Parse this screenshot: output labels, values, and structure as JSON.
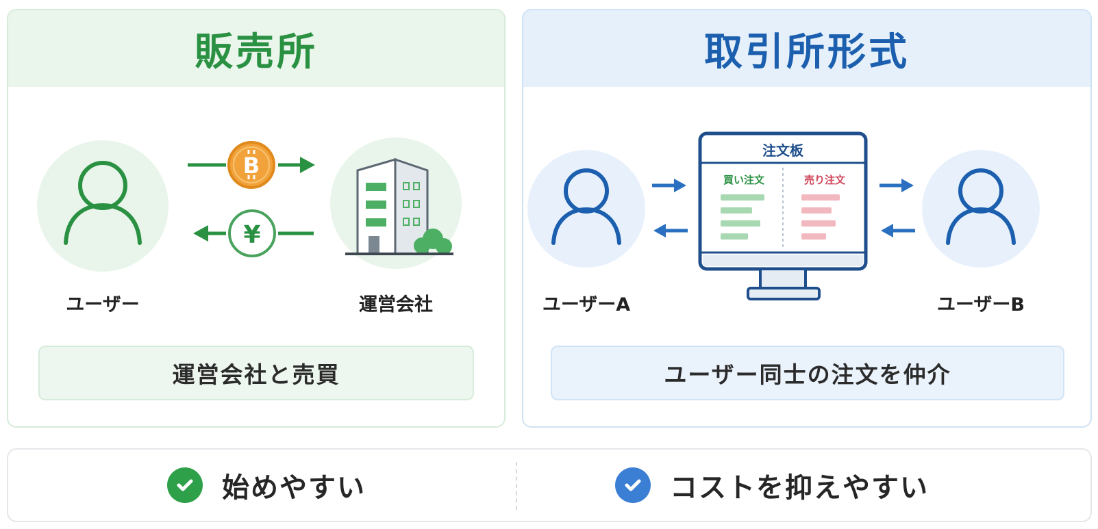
{
  "left": {
    "title": "販売所",
    "user_label": "ユーザー",
    "company_label": "運営会社",
    "caption": "運営会社と売買",
    "coin_icon": "bitcoin-coin-icon",
    "yen_icon": "yen-coin-icon",
    "accent": "#2a9142"
  },
  "right": {
    "title": "取引所形式",
    "user_a_label": "ユーザーA",
    "user_b_label": "ユーザーB",
    "board": {
      "title": "注文板",
      "buy_label": "買い注文",
      "sell_label": "売り注文"
    },
    "caption": "ユーザー同士の注文を仲介",
    "accent": "#1b5fae"
  },
  "bottom": {
    "left_feature": "始めやすい",
    "right_feature": "コストを抑えやすい"
  },
  "colors": {
    "green": "#2a9142",
    "blue": "#1b5fae",
    "bitcoin_orange": "#f2a23a",
    "sell_red": "#d0465a"
  }
}
